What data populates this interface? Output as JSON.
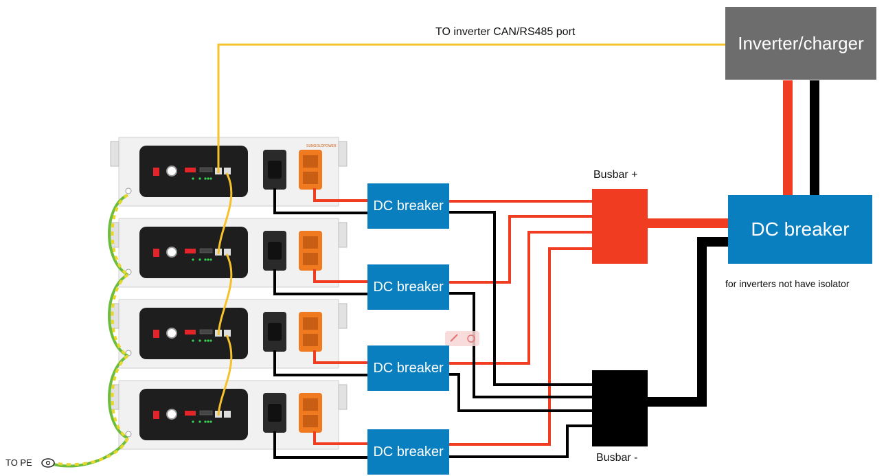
{
  "labels": {
    "comm": "TO inverter CAN/RS485 port",
    "inverter": "Inverter/charger",
    "busbar_pos": "Busbar +",
    "busbar_neg": "Busbar -",
    "main_breaker": "DC breaker",
    "isolator_note": "for inverters not have isolator",
    "pe": "TO PE",
    "breakers": [
      "DC breaker",
      "DC breaker",
      "DC breaker",
      "DC breaker"
    ],
    "battery_brand": "SUNGOLDPOWER"
  },
  "colors": {
    "positive": "#f03c20",
    "negative": "#000000",
    "comm_cable": "#f6c12b",
    "breaker": "#0a7fc0",
    "inverter": "#6d6d6d",
    "ground_green": "#6cbd3c",
    "ground_yellow": "#e8d62a"
  },
  "icons": {
    "pe_symbol": "ground-ring-icon",
    "overlay": "edit-tool-icon"
  }
}
